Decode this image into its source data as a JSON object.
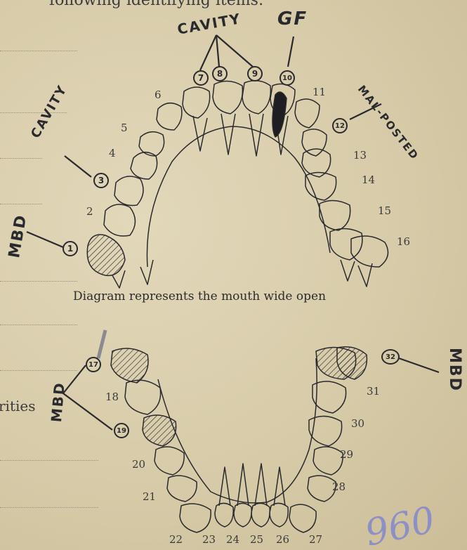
{
  "header_text": "following identifying items:",
  "left_fragment": "rities",
  "caption": "Diagram represents the mouth wide open",
  "handwritten_number": "960",
  "annotations": {
    "cavity_top": "CAVITY",
    "gf": "GF",
    "cavity_left": "CAVITY",
    "mal_posted": "MAL-POSTED",
    "mbd_upper_left": "MBD",
    "mbd_lower_left": "MBD",
    "mbd_lower_right": "MBD"
  },
  "circled_teeth": [
    "1",
    "3",
    "7",
    "8",
    "9",
    "10",
    "12",
    "17",
    "19",
    "32"
  ],
  "upper_tooth_numbers": {
    "t2": "2",
    "t4": "4",
    "t5": "5",
    "t6": "6",
    "t11": "11",
    "t13": "13",
    "t14": "14",
    "t15": "15",
    "t16": "16"
  },
  "lower_tooth_numbers": {
    "t18": "18",
    "t20": "20",
    "t21": "21",
    "t22": "22",
    "t23": "23",
    "t24": "24",
    "t25": "25",
    "t26": "26",
    "t27": "27",
    "t28": "28",
    "t29": "29",
    "t30": "30",
    "t31": "31"
  }
}
